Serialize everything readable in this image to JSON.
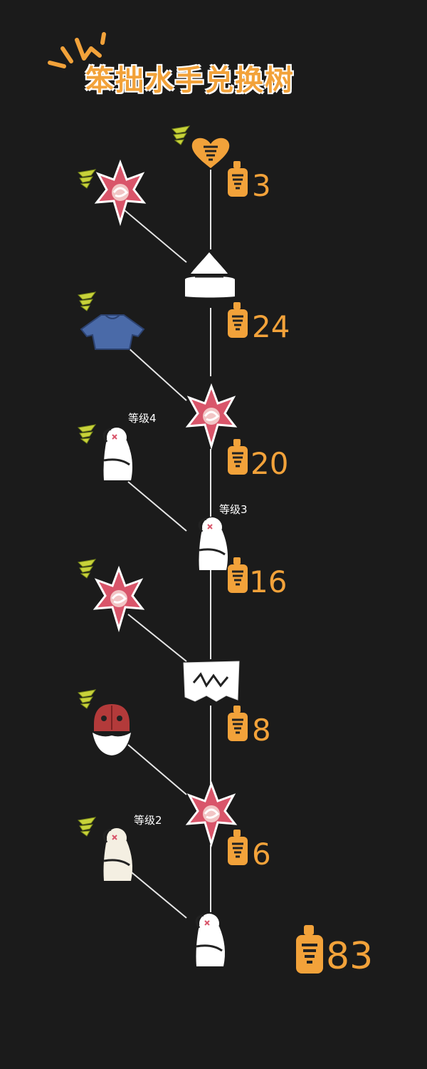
{
  "title": "笨拙水手兑换树",
  "level_labels": [
    "等级4",
    "等级3",
    "等级2"
  ],
  "costs": [
    "3",
    "24",
    "20",
    "16",
    "8",
    "6"
  ],
  "total_cost": "83",
  "colors": {
    "background": "#1b1b1b",
    "accent": "#f2a23a",
    "line": "#e6e6e6",
    "star": "#d9556a",
    "ticket": "#c8d23a"
  },
  "icons": [
    "candle-icon",
    "ticket-icon",
    "heart-icon",
    "spell-star-icon",
    "hat-icon",
    "shirt-icon",
    "emote-icon",
    "mask-icon",
    "cape-icon"
  ]
}
